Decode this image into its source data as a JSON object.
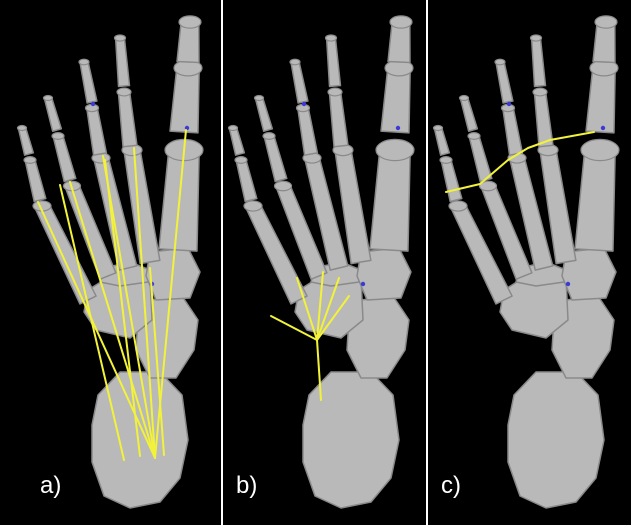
{
  "panels": [
    {
      "label": "a)"
    },
    {
      "label": "b)"
    },
    {
      "label": "c)"
    }
  ],
  "colors": {
    "background": "#000000",
    "bone": "#b9b9b9",
    "bone_shadow": "#8a8a8a",
    "axis_line": "#f2f23a",
    "marker": "#3a3ad8",
    "label_text": "#ffffff"
  }
}
